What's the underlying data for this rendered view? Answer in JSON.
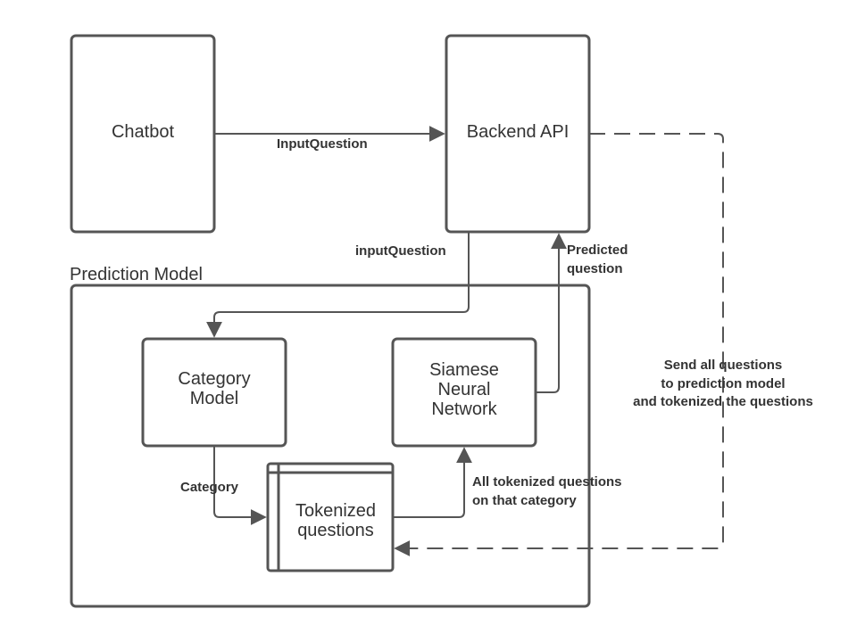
{
  "diagram": {
    "nodes": {
      "chatbot": "Chatbot",
      "backend_api": "Backend API",
      "prediction_model": "Prediction Model",
      "category_model_line1": "Category",
      "category_model_line2": "Model",
      "siamese_line1": "Siamese",
      "siamese_line2": "Neural",
      "siamese_line3": "Network",
      "tokenized_line1": "Tokenized",
      "tokenized_line2": "questions"
    },
    "edges": {
      "input_question_upper": "InputQuestion",
      "input_question_lower": "inputQuestion",
      "predicted_line1": "Predicted",
      "predicted_line2": "question",
      "category": "Category",
      "all_tokenized_line1": "All tokenized questions",
      "all_tokenized_line2": "on that category",
      "send_all_line1": "Send all questions",
      "send_all_line2": "to prediction model",
      "send_all_line3": "and tokenized the questions"
    },
    "colors": {
      "stroke": "#555555",
      "text": "#333333"
    }
  }
}
